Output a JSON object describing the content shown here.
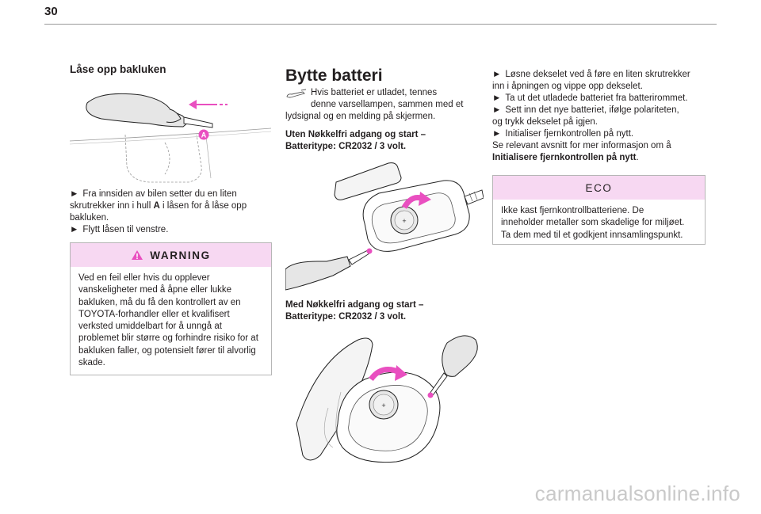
{
  "page": {
    "number": "30"
  },
  "left": {
    "heading": "Låse opp bakluken",
    "figure_label": "A",
    "para1_lines": [
      "Fra innsiden av bilen setter du en liten",
      "skrutrekker inn i hull ",
      "A",
      " i låsen for å låse opp",
      "bakluken."
    ],
    "arrow": "►",
    "para2": "Flytt låsen til venstre.",
    "warning": {
      "title": "WARNING",
      "lines": [
        "Ved en feil eller hvis du opplever",
        "vanskeligheter med å åpne eller lukke",
        "bakluken, må du få den kontrollert av en",
        "TOYOTA-forhandler eller et kvalifisert",
        "verksted umiddelbart for å unngå at",
        "problemet blir større og forhindre risiko for at",
        "bakluken faller, og potensielt fører til alvorlig",
        "skade."
      ]
    }
  },
  "middle": {
    "heading": "Bytte batteri",
    "intro_lines": [
      "Hvis batteriet er utladet, tennes",
      "denne varsellampen, sammen med et",
      "lydsignal og en melding på skjermen."
    ],
    "sub1_lines": [
      "Uten Nøkkelfri adgang og start –",
      "Batteritype: CR2032 / 3 volt."
    ],
    "sub2_lines": [
      "Med Nøkkelfri adgang og start –",
      "Batteritype: CR2032 / 3 volt."
    ]
  },
  "right": {
    "arrow": "►",
    "steps": [
      [
        "Løsne dekselet ved å føre en liten skrutrekker",
        "inn i åpningen og vippe opp dekselet."
      ],
      [
        "Ta ut det utladede batteriet fra batterirommet."
      ],
      [
        "Sett inn det nye batteriet, ifølge polariteten,",
        "og trykk dekselet på igjen."
      ],
      [
        "Initialiser fjernkontrollen på nytt."
      ]
    ],
    "ref_line1": "Se relevant avsnitt for mer informasjon om å",
    "ref_line2_bold": "Initialisere fjernkontrollen på nytt",
    "ref_line2_end": ".",
    "eco": {
      "title": "ECO",
      "lines": [
        "Ikke kast fjernkontrollbatteriene. De",
        "inneholder metaller som skadelige for miljøet.",
        "Ta dem med til et godkjent innsamlingspunkt."
      ]
    }
  },
  "watermark": "carmanualsonline.info",
  "colors": {
    "accent": "#e94fc0",
    "box_head": "#f7d8f2"
  }
}
